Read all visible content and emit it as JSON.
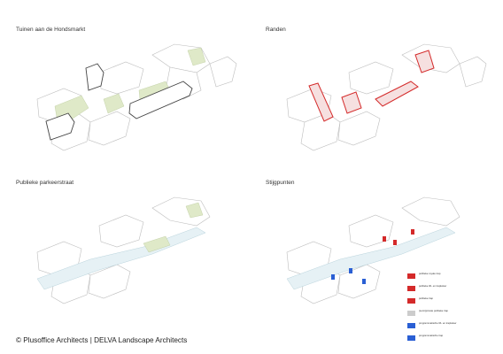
{
  "panels": [
    {
      "title": "Tuinen aan de Hondsmarkt"
    },
    {
      "title": "Randen"
    },
    {
      "title": "Publieke parkeerstraat"
    },
    {
      "title": "Stijgpunten"
    }
  ],
  "legend": {
    "items": [
      {
        "label": "publieke royale trap",
        "color": "#d42a2a"
      },
      {
        "label": "publieke lift- en trapkoker",
        "color": "#d42a2a"
      },
      {
        "label": "publieke trap",
        "color": "#d42a2a"
      },
      {
        "label": "(semi)private publieke trap",
        "color": "#cccccc"
      },
      {
        "label": "programmatische lift- en trapkoker",
        "color": "#2a5fd4"
      },
      {
        "label": "programmatische trap",
        "color": "#2a5fd4"
      }
    ]
  },
  "credit": "© Plusoffice Architects | DELVA Landscape Architects"
}
